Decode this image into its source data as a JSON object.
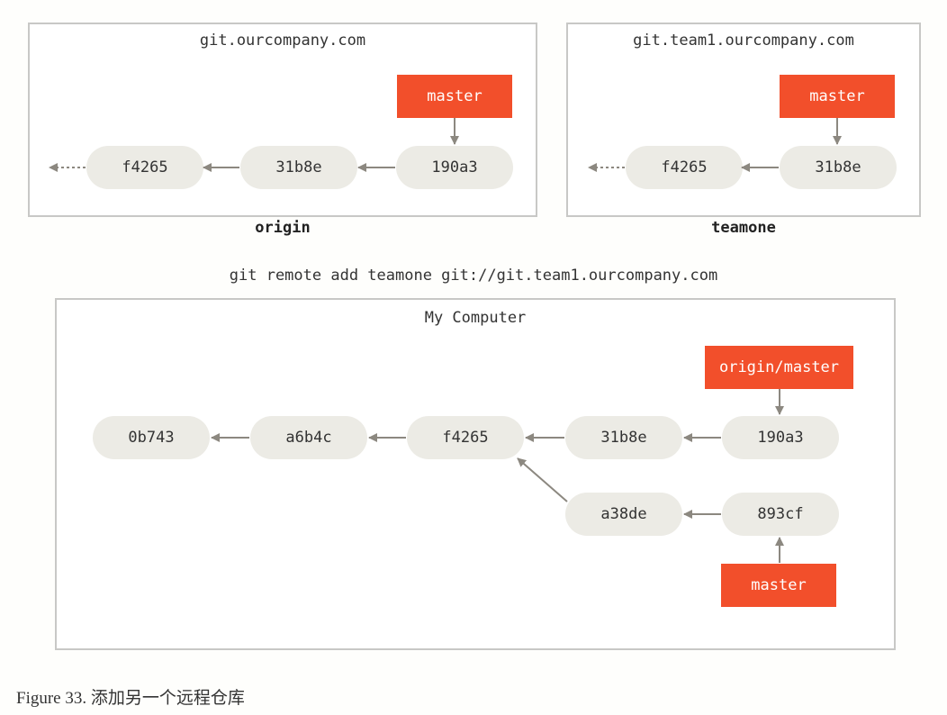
{
  "origin": {
    "host": "git.ourcompany.com",
    "name": "origin",
    "commits": [
      "f4265",
      "31b8e",
      "190a3"
    ],
    "branch": "master"
  },
  "teamone": {
    "host": "git.team1.ourcompany.com",
    "name": "teamone",
    "commits": [
      "f4265",
      "31b8e"
    ],
    "branch": "master"
  },
  "command": "git remote add teamone git://git.team1.ourcompany.com",
  "local": {
    "title": "My Computer",
    "main_commits": [
      "0b743",
      "a6b4c",
      "f4265",
      "31b8e",
      "190a3"
    ],
    "topic_commits": [
      "a38de",
      "893cf"
    ],
    "remote_ref": "origin/master",
    "branch": "master"
  },
  "caption": "Figure 33. 添加另一个远程仓库",
  "colors": {
    "ref": "#f24f2b",
    "commit": "#ecebe5",
    "arrow": "#8c8880"
  }
}
